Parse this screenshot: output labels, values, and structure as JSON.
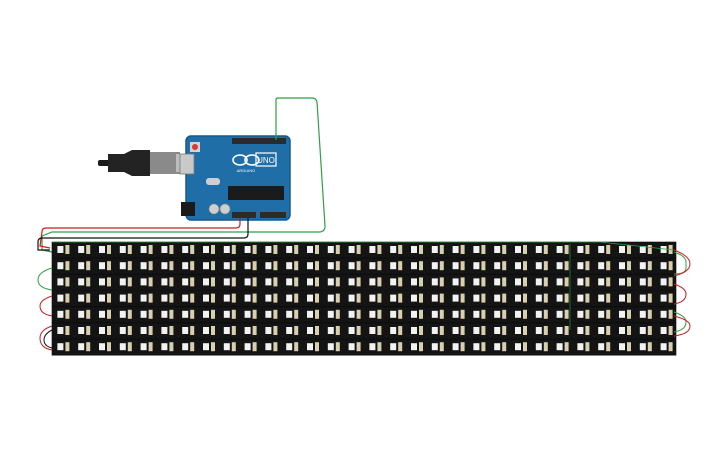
{
  "board": {
    "brand_text": "UNO",
    "logo_text": "ARDUINO",
    "colors": {
      "pcb": "#1f6ea8",
      "pcb_dark": "#155889",
      "header": "#2b2b2b",
      "chip": "#1b1b1b"
    },
    "icons": {
      "usb_cable": "usb-cable-icon",
      "reset": "reset-button-icon",
      "power_jack": "power-jack-icon"
    }
  },
  "led_matrix": {
    "strip_count": 7,
    "leds_per_strip": 30,
    "colors": {
      "strip": "#141414",
      "led": "#f2f2f2",
      "pad": "#d8cfae",
      "border": "#0a0a0a"
    }
  },
  "wires": {
    "colors": {
      "data": "#2ea043",
      "power": "#d11a1a",
      "ground": "#111111"
    }
  }
}
